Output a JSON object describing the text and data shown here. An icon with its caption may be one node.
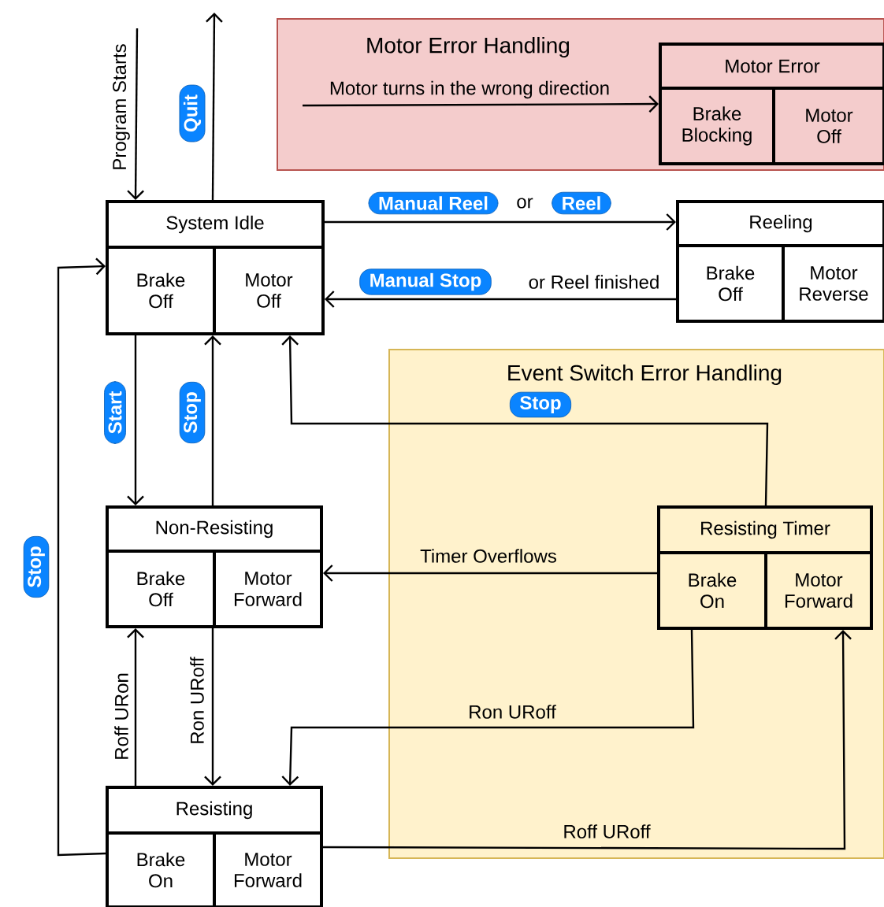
{
  "diagram": {
    "nodes": [
      {
        "text": [
          "Motor Error Handling"
        ]
      },
      {
        "text": [
          "Motor Error",
          "Brake Blocking",
          "Motor Off"
        ],
        "in": 0
      },
      {
        "text": [
          "System Idle",
          "Brake Off",
          "Motor Off"
        ]
      },
      {
        "text": [
          "Reeling",
          "Brake Off",
          "Motor Reverse"
        ]
      },
      {
        "text": [
          "Event Switch Error Handling"
        ]
      },
      {
        "text": [
          "Non-Resisting",
          "Brake Off",
          "Motor Forward"
        ]
      },
      {
        "text": [
          "Resisting Timer",
          "Brake On",
          "Motor Forward"
        ],
        "in": 4
      },
      {
        "text": [
          "Resisting",
          "Brake On",
          "Motor Forward"
        ]
      }
    ],
    "edges": [
      {
        "from": null,
        "to": 2,
        "arrow": "to",
        "label": "Program Starts"
      },
      {
        "from": 2,
        "to": null,
        "arrow": "to"
      },
      {
        "from": 2,
        "to": 3,
        "arrow": "to",
        "label": "or"
      },
      {
        "from": 3,
        "to": 2,
        "arrow": "to",
        "label": "or Reel finished"
      },
      {
        "from": 2,
        "to": 5,
        "arrow": "to"
      },
      {
        "from": 5,
        "to": 2,
        "arrow": "to"
      },
      {
        "from": 7,
        "to": 2,
        "arrow": "to"
      },
      {
        "from": 6,
        "to": 2,
        "arrow": "to"
      },
      {
        "from": 6,
        "to": 5,
        "arrow": "to",
        "label": "Timer Overflows"
      },
      {
        "from": 5,
        "to": 7,
        "arrow": "to",
        "label": "Ron URoff"
      },
      {
        "from": 7,
        "to": 5,
        "arrow": "to",
        "label": "Roff URon"
      },
      {
        "from": 6,
        "to": 7,
        "arrow": "to",
        "label": "Ron URoff"
      },
      {
        "from": 7,
        "to": 6,
        "arrow": "to",
        "label": "Roff URoff"
      },
      {
        "from": null,
        "to": 1,
        "arrow": "to",
        "label": "Motor turns in the wrong direction"
      }
    ],
    "labels": [
      "Quit",
      "Manual Reel",
      "Reel",
      "Manual Stop",
      "Stop",
      "Start",
      "Stop",
      "Stop"
    ]
  }
}
